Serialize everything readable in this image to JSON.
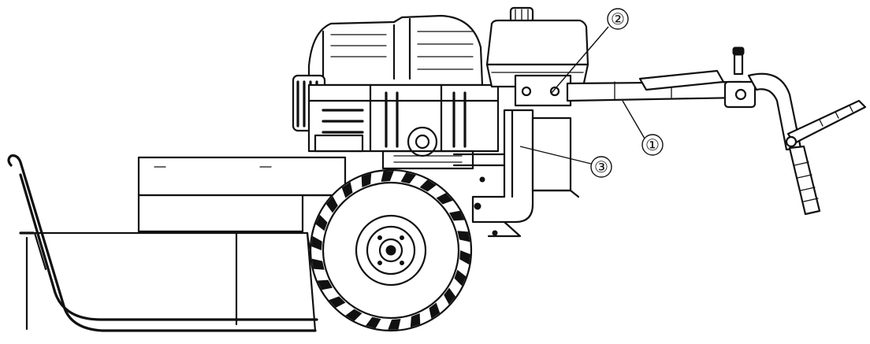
{
  "callouts": [
    {
      "id": "callout-1",
      "label": "①"
    },
    {
      "id": "callout-2",
      "label": "②"
    },
    {
      "id": "callout-3",
      "label": "③"
    }
  ],
  "colors": {
    "ink": "#111111",
    "background": "#ffffff"
  }
}
